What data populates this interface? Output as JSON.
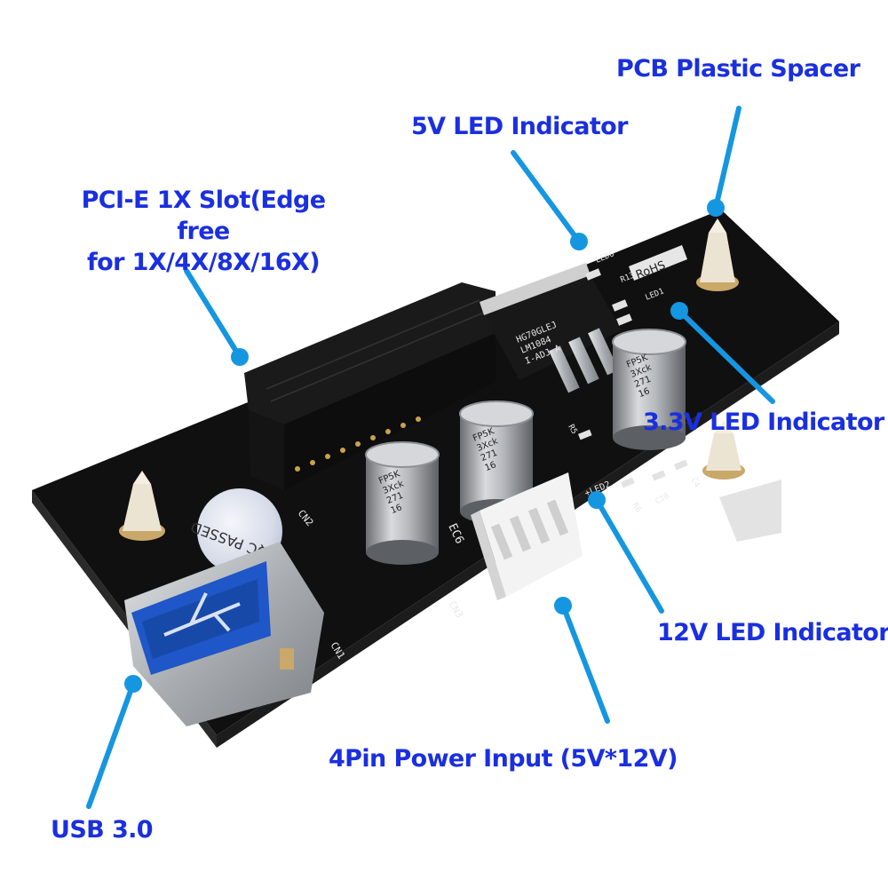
{
  "callouts": {
    "pcb_spacer": "PCB Plastic Spacer",
    "led_5v": "5V LED Indicator",
    "pcie_slot_line1": "PCI-E 1X  Slot(Edge free",
    "pcie_slot_line2": "for 1X/4X/8X/16X)",
    "led_3v3": "3.3V LED Indicator",
    "led_12v": "12V LED Indicator",
    "power_input": "4Pin Power Input (5V*12V)",
    "usb": "USB 3.0"
  },
  "board_markings": {
    "rohs": "RoHS",
    "qc_sticker": "QC PASSED",
    "regulator_line1": "HG70GLEJ",
    "regulator_line2": "LM1084",
    "regulator_line3": "I-ADJ  A",
    "capacitor_line1": "FP5K",
    "capacitor_line2": "3Xck",
    "capacitor_line3": "271",
    "capacitor_line4": "16",
    "cn1": "CN1",
    "cn2": "CN2",
    "cn3": "CN3",
    "ec6": "EC6",
    "led1": "LED1",
    "led2": "+LED2",
    "led6": "LED6",
    "r13": "R13",
    "r5": "R5",
    "r6": "R6",
    "c4": "C4",
    "c10": "C10"
  },
  "colors": {
    "callout_text": "#1a2fe0",
    "pointer": "#1596e0",
    "pcb": "#111111",
    "usb_port": "#1f56c8"
  }
}
